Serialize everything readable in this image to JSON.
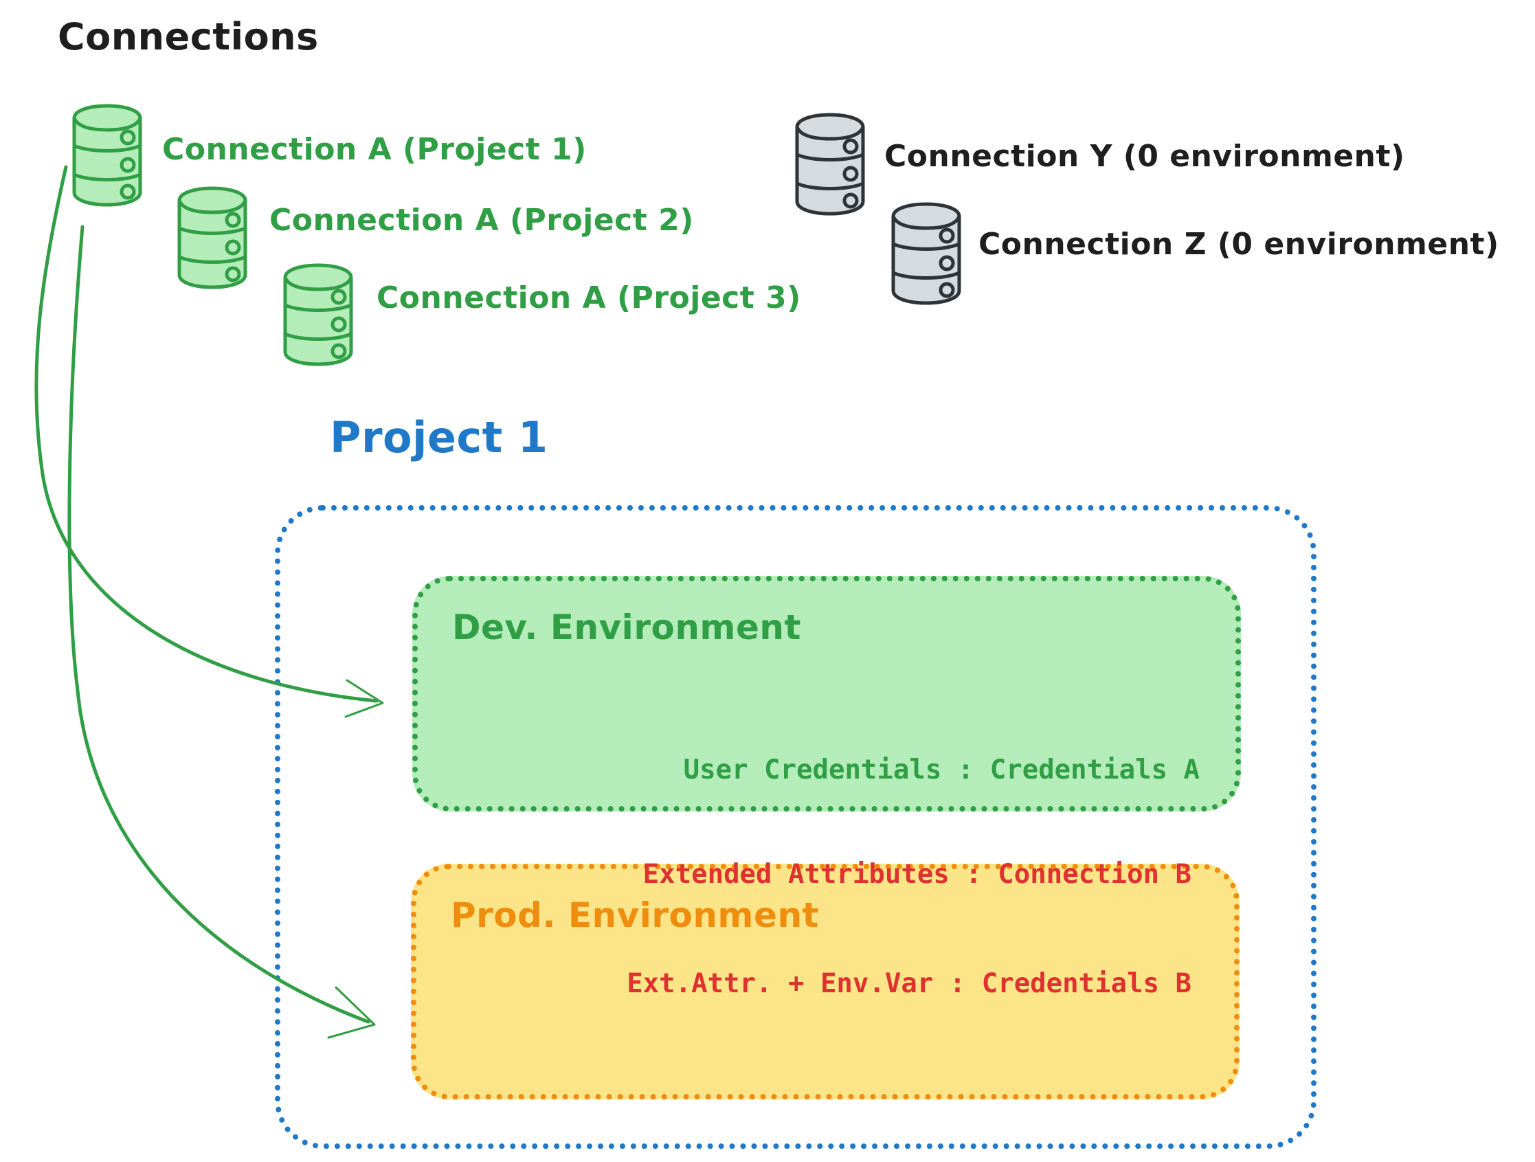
{
  "title": "Connections",
  "connections": [
    {
      "label": "Connection A (Project 1)",
      "color": "green"
    },
    {
      "label": "Connection A (Project 2)",
      "color": "green"
    },
    {
      "label": "Connection A (Project 3)",
      "color": "green"
    },
    {
      "label": "Connection Y (0 environment)",
      "color": "gray"
    },
    {
      "label": "Connection Z (0 environment)",
      "color": "gray"
    }
  ],
  "project": {
    "title": "Project 1",
    "dev_environment": {
      "title": "Dev. Environment",
      "credentials_line": "User Credentials : Credentials A"
    },
    "prod_environment": {
      "title": "Prod. Environment",
      "line1": "Extended Attributes : Connection B",
      "line2": "Ext.Attr. + Env.Var : Credentials B"
    }
  },
  "colors": {
    "ink": "#1e1e1e",
    "green": "#2f9e44",
    "green-fill": "#b4ecba",
    "gray-stroke": "#2e3338",
    "gray-fill": "#d6dbe0",
    "blue": "#1f78c8",
    "orange": "#ef8d0e",
    "yellow-fill": "#fce588",
    "red": "#e03131"
  }
}
